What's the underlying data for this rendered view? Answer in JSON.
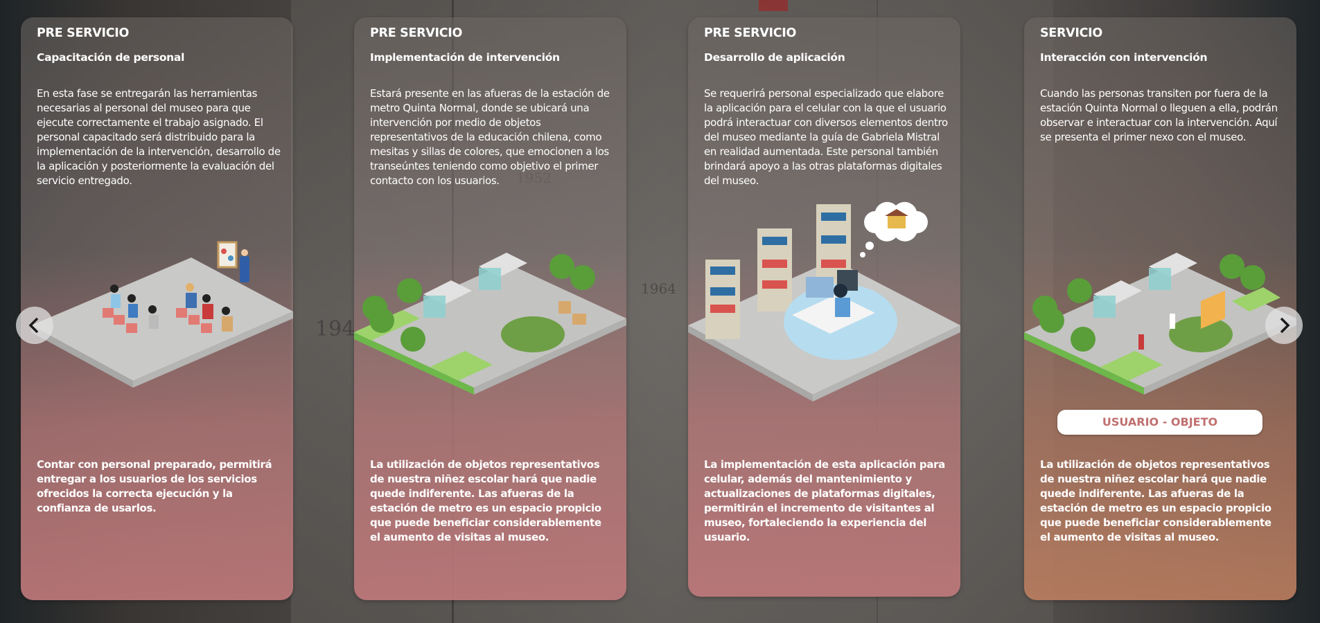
{
  "cards": [
    {
      "phase": "PRE SERVICIO",
      "subtitle": "Capacitación de personal",
      "description": "En esta fase se entregarán las herramientas necesarias al personal del museo para que ejecute correctamente el trabajo asignado. El personal capacitado será distribuido para la implementación de la intervención, desarrollo de la aplicación y posteriormente la evaluación del servicio entregado.",
      "illustration": "training-session-illustration",
      "outcome": "Contar con personal preparado, permitirá entregar a los usuarios de los servicios ofrecidos la correcta ejecución y la confianza de usarlos."
    },
    {
      "phase": "PRE SERVICIO",
      "subtitle": "Implementación de intervención",
      "description": "Estará presente en las afueras de la estación de metro Quinta Normal, donde se ubicará una intervención por medio de objetos representativos de la educación chilena, como mesitas y sillas de colores, que emocionen a los transeúntes teniendo como objetivo el primer contacto con los usuarios.",
      "illustration": "metro-station-setup-illustration",
      "outcome": "La utilización de objetos representativos de nuestra niñez escolar hará que nadie quede indiferente. Las afueras de la estación de metro es un espacio propicio que puede beneficiar considerablemente el aumento de visitas al museo."
    },
    {
      "phase": "PRE SERVICIO",
      "subtitle": "Desarrollo de aplicación",
      "description": "Se requerirá personal especializado que elabore la aplicación para el celular con la que el usuario podrá interactuar con diversos elementos dentro del museo mediante la guía de Gabriela Mistral en realidad aumentada. Este personal también brindará apoyo a las otras plataformas digitales del museo.",
      "illustration": "developer-workspace-illustration",
      "outcome": "La implementación de esta aplicación para celular, además del mantenimiento y actualizaciones de plataformas digitales, permitirán el incremento de visitantes al museo, fortaleciendo la experiencia del usuario."
    },
    {
      "phase": "SERVICIO",
      "subtitle": "Interacción con intervención",
      "description": "Cuando las personas transiten por fuera de la estación Quinta Normal o lleguen a ella, podrán observar e interactuar con la intervención. Aquí se presenta el primer nexo con el museo.",
      "illustration": "metro-station-interaction-illustration",
      "badge": "USUARIO - OBJETO",
      "outcome": "La utilización de objetos representativos de nuestra niñez escolar hará que nadie quede indiferente. Las afueras de la estación de metro es un espacio propicio que puede beneficiar considerablemente el aumento de visitas al museo."
    }
  ],
  "navigation": {
    "prev_icon": "chevron-left-icon",
    "next_icon": "chevron-right-icon"
  },
  "colors": {
    "card_bottom_pink": "#be787a",
    "card_bottom_orange": "#b97d5f",
    "badge_text": "#c0706f",
    "text": "#ffffff"
  }
}
